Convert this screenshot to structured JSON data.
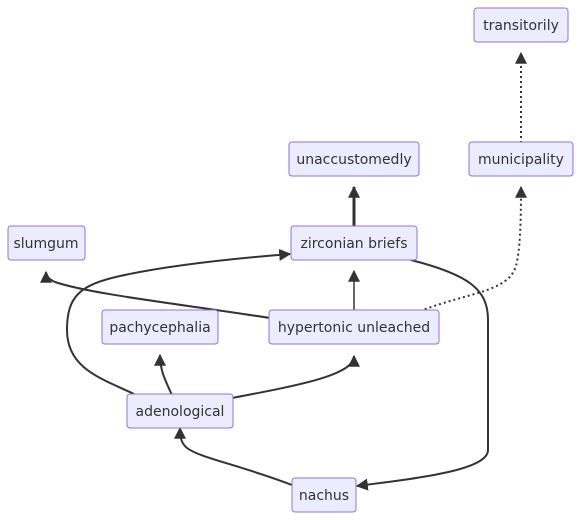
{
  "nodes": {
    "transitorily": "transitorily",
    "unaccustomedly": "unaccustomedly",
    "municipality": "municipality",
    "slumgum": "slumgum",
    "zirconian_briefs": "zirconian briefs",
    "pachycephalia": "pachycephalia",
    "hypertonic_unleached": "hypertonic unleached",
    "adenological": "adenological",
    "nachus": "nachus"
  },
  "edges": [
    {
      "from": "municipality",
      "to": "transitorily",
      "style": "dotted"
    },
    {
      "from": "zirconian_briefs",
      "to": "unaccustomedly",
      "style": "thick"
    },
    {
      "from": "hypertonic_unleached",
      "to": "zirconian_briefs",
      "style": "thin"
    },
    {
      "from": "hypertonic_unleached",
      "to": "slumgum",
      "style": "normal"
    },
    {
      "from": "hypertonic_unleached",
      "to": "municipality",
      "style": "dotted"
    },
    {
      "from": "adenological",
      "to": "pachycephalia",
      "style": "normal"
    },
    {
      "from": "adenological",
      "to": "hypertonic_unleached",
      "style": "normal"
    },
    {
      "from": "adenological",
      "to": "zirconian_briefs",
      "style": "normal"
    },
    {
      "from": "nachus",
      "to": "adenological",
      "style": "normal"
    },
    {
      "from": "zirconian_briefs",
      "to": "nachus",
      "style": "normal"
    }
  ],
  "colors": {
    "node_fill": "#ECECFF",
    "node_border": "#9370DB",
    "edge": "#333333",
    "text": "#333333"
  }
}
